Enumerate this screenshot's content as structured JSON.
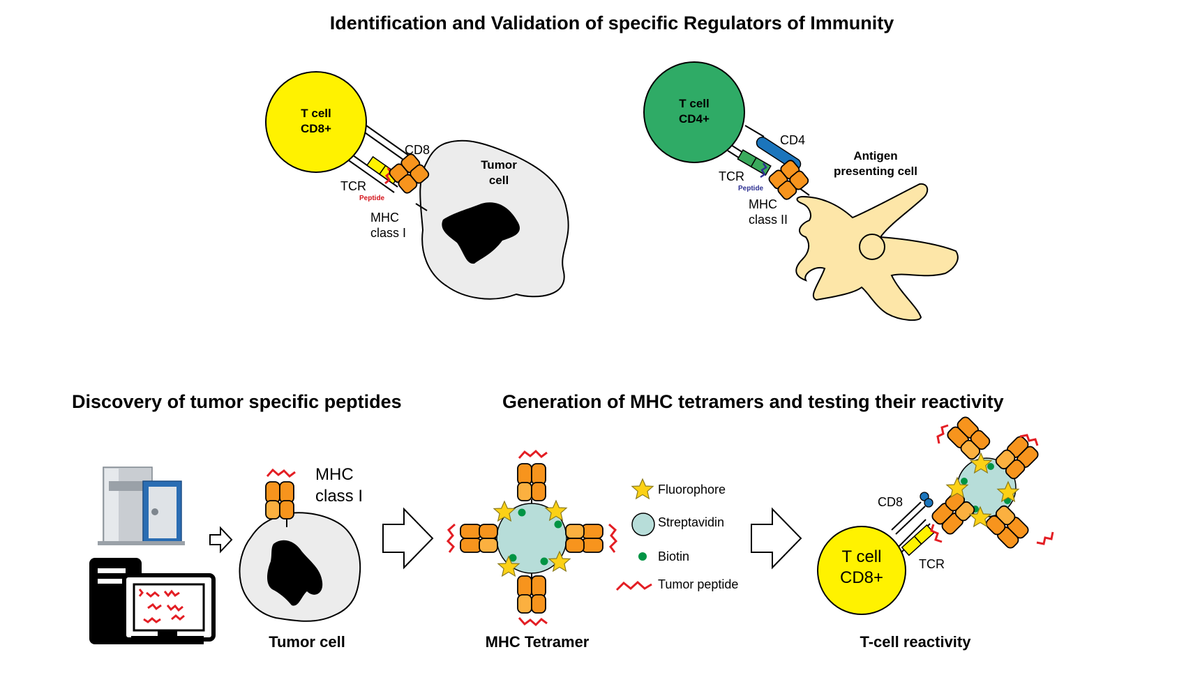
{
  "titles": {
    "top": "Identification and Validation of specific Regulators of Immunity",
    "bottom_left": "Discovery of tumor specific peptides",
    "bottom_right": "Generation of MHC tetramers and testing their reactivity"
  },
  "cd8_panel": {
    "tcell_line1": "T cell",
    "tcell_line2": "CD8+",
    "cd8": "CD8",
    "tcr": "TCR",
    "peptide": "Peptide",
    "mhc_line1": "MHC",
    "mhc_line2": "class I",
    "tumor_line1": "Tumor",
    "tumor_line2": "cell"
  },
  "cd4_panel": {
    "tcell_line1": "T cell",
    "tcell_line2": "CD4+",
    "cd4": "CD4",
    "tcr": "TCR",
    "peptide": "Peptide",
    "mhc_line1": "MHC",
    "mhc_line2": "class II",
    "apc_line1": "Antigen",
    "apc_line2": "presenting cell"
  },
  "discovery": {
    "mhc_line1": "MHC",
    "mhc_line2": "class I",
    "tumor_caption": "Tumor cell"
  },
  "tetramer": {
    "caption": "MHC Tetramer"
  },
  "legend": {
    "fluorophore": "Fluorophore",
    "streptavidin": "Streptavidin",
    "biotin": "Biotin",
    "tumor_peptide": "Tumor peptide"
  },
  "reactivity": {
    "cd8": "CD8",
    "tcell_line1": "T cell",
    "tcell_line2": "CD8+",
    "tcr": "TCR",
    "caption": "T-cell reactivity"
  },
  "colors": {
    "cd8_tcell": "#fff200",
    "cd4_tcell": "#2fab66",
    "mhc_orange": "#f7941d",
    "mhc_light": "#fbb040",
    "tumor_cell": "#ececec",
    "apc": "#fde6a8",
    "streptavidin": "#b7ddd9",
    "biotin": "#009444",
    "peptide_red": "#e31e24",
    "cd8_blue": "#1b75bc",
    "tcr_green": "#3aaa5c",
    "fluorophore": "#fcd116"
  }
}
